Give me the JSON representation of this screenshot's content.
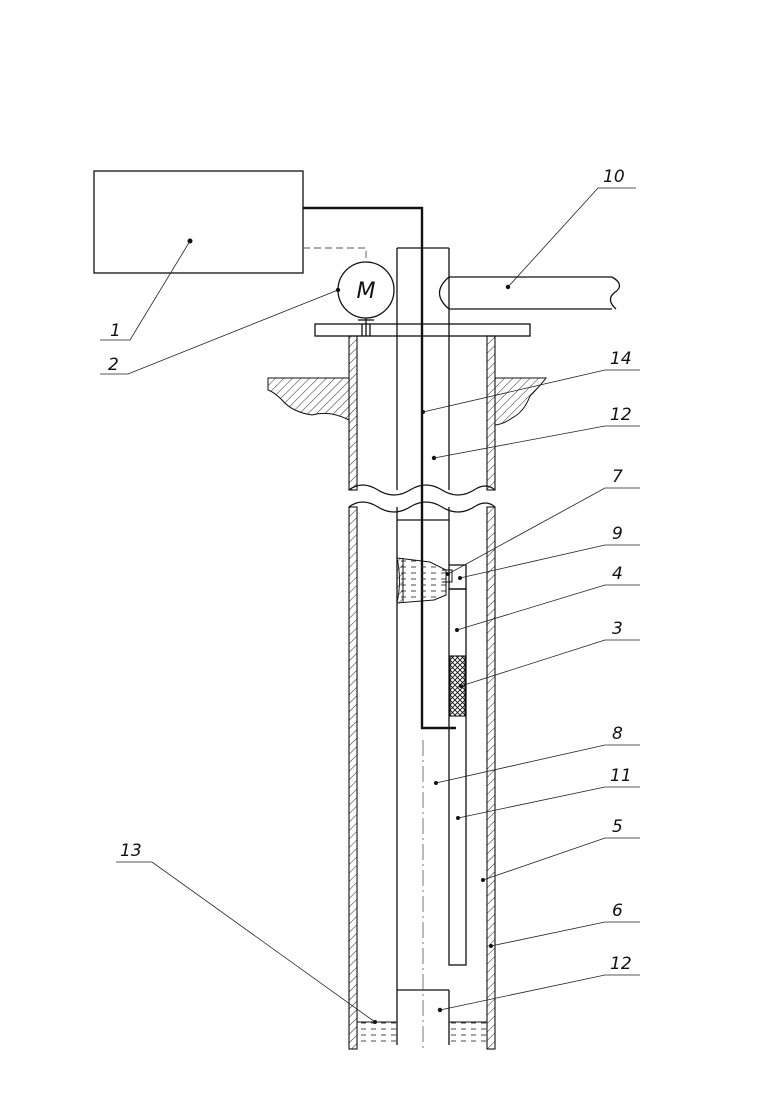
{
  "motor": {
    "letter": "M"
  },
  "callouts": [
    {
      "id": "1",
      "label": "1"
    },
    {
      "id": "2",
      "label": "2"
    },
    {
      "id": "3",
      "label": "3"
    },
    {
      "id": "4",
      "label": "4"
    },
    {
      "id": "5",
      "label": "5"
    },
    {
      "id": "6",
      "label": "6"
    },
    {
      "id": "7",
      "label": "7"
    },
    {
      "id": "8",
      "label": "8"
    },
    {
      "id": "9",
      "label": "9"
    },
    {
      "id": "10",
      "label": "10"
    },
    {
      "id": "11",
      "label": "11"
    },
    {
      "id": "12a",
      "label": "12"
    },
    {
      "id": "12b",
      "label": "12"
    },
    {
      "id": "13",
      "label": "13"
    },
    {
      "id": "14",
      "label": "14"
    }
  ]
}
